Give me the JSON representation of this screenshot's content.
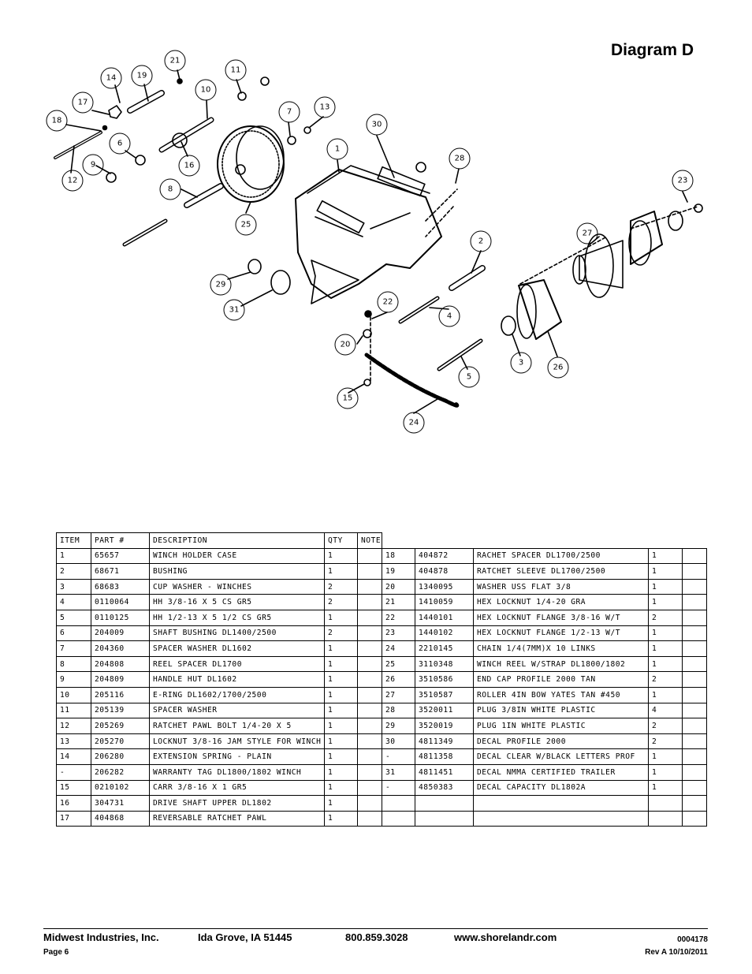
{
  "title": "Diagram D",
  "callouts": [
    "1",
    "2",
    "3",
    "4",
    "5",
    "6",
    "7",
    "8",
    "9",
    "10",
    "11",
    "12",
    "13",
    "14",
    "15",
    "16",
    "17",
    "18",
    "19",
    "20",
    "21",
    "22",
    "23",
    "24",
    "25",
    "26",
    "27",
    "28",
    "29",
    "30",
    "31"
  ],
  "table": {
    "headers": [
      "ITEM",
      "PART #",
      "DESCRIPTION",
      "QTY",
      "NOTE"
    ],
    "rows": [
      [
        "1",
        "65657",
        "WINCH HOLDER CASE",
        "1",
        "",
        "18",
        "404872",
        "RACHET SPACER  DL1700/2500",
        "1",
        ""
      ],
      [
        "2",
        "68671",
        "BUSHING",
        "1",
        "",
        "19",
        "404878",
        "RATCHET SLEEVE  DL1700/2500",
        "1",
        ""
      ],
      [
        "3",
        "68683",
        "CUP WASHER - WINCHES",
        "2",
        "",
        "20",
        "1340095",
        "WASHER USS FLAT 3/8",
        "1",
        ""
      ],
      [
        "4",
        "0110064",
        "HH 3/8-16 X 5 CS GR5",
        "2",
        "",
        "21",
        "1410059",
        "HEX LOCKNUT 1/4-20 GRA",
        "1",
        ""
      ],
      [
        "5",
        "0110125",
        "HH 1/2-13 X 5 1/2 CS GR5",
        "1",
        "",
        "22",
        "1440101",
        "HEX LOCKNUT FLANGE 3/8-16 W/T",
        "2",
        ""
      ],
      [
        "6",
        "204009",
        "SHAFT BUSHING  DL1400/2500",
        "2",
        "",
        "23",
        "1440102",
        "HEX LOCKNUT FLANGE 1/2-13 W/T",
        "1",
        ""
      ],
      [
        "7",
        "204360",
        "SPACER WASHER  DL1602",
        "1",
        "",
        "24",
        "2210145",
        "CHAIN 1/4(7MM)X 10 LINKS",
        "1",
        ""
      ],
      [
        "8",
        "204808",
        "REEL SPACER  DL1700",
        "1",
        "",
        "25",
        "3110348",
        "WINCH REEL W/STRAP  DL1800/1802",
        "1",
        ""
      ],
      [
        "9",
        "204809",
        "HANDLE HUT  DL1602",
        "1",
        "",
        "26",
        "3510586",
        "END CAP PROFILE 2000 TAN",
        "2",
        ""
      ],
      [
        "10",
        "205116",
        "E-RING DL1602/1700/2500",
        "1",
        "",
        "27",
        "3510587",
        "ROLLER 4IN BOW YATES TAN #450",
        "1",
        ""
      ],
      [
        "11",
        "205139",
        "SPACER WASHER",
        "1",
        "",
        "28",
        "3520011",
        "PLUG  3/8IN WHITE PLASTIC",
        "4",
        ""
      ],
      [
        "12",
        "205269",
        "RATCHET PAWL BOLT 1/4-20 X 5",
        "1",
        "",
        "29",
        "3520019",
        "PLUG  1IN WHITE PLASTIC",
        "2",
        ""
      ],
      [
        "13",
        "205270",
        "LOCKNUT 3/8-16 JAM STYLE FOR WINCH",
        "1",
        "",
        "30",
        "4811349",
        "DECAL PROFILE 2000",
        "2",
        ""
      ],
      [
        "14",
        "206280",
        "EXTENSION SPRING - PLAIN",
        "1",
        "",
        "-",
        "4811358",
        "DECAL CLEAR W/BLACK LETTERS PROF",
        "1",
        ""
      ],
      [
        "-",
        "206282",
        "WARRANTY TAG DL1800/1802 WINCH",
        "1",
        "",
        "31",
        "4811451",
        "DECAL NMMA CERTIFIED TRAILER",
        "1",
        ""
      ],
      [
        "15",
        "0210102",
        "CARR 3/8-16 X 1 GR5",
        "1",
        "",
        "-",
        "4850383",
        "DECAL CAPACITY DL1802A",
        "1",
        ""
      ],
      [
        "16",
        "304731",
        "DRIVE SHAFT UPPER  DL1802",
        "1",
        "",
        "",
        "",
        "",
        "",
        ""
      ],
      [
        "17",
        "404868",
        "REVERSABLE RATCHET PAWL",
        "1",
        "",
        "",
        "",
        "",
        "",
        ""
      ]
    ]
  },
  "footer": {
    "company": "Midwest Industries, Inc.",
    "location": "Ida Grove, IA  51445",
    "phone": "800.859.3028",
    "website": "www.shorelandr.com",
    "doc_number": "0004178",
    "page": "Page 6",
    "revision": "Rev A  10/10/2011"
  }
}
